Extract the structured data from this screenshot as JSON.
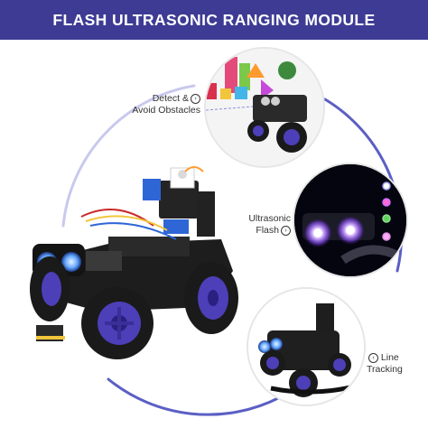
{
  "header": {
    "title": "FLASH ULTRASONIC RANGING MODULE"
  },
  "callouts": {
    "detect": {
      "line1": "Detect &",
      "line2": "Avoid Obstacles",
      "icon": "chevron-right-circle-icon"
    },
    "flash": {
      "line1": "Ultrasonic",
      "line2": "Flash",
      "icon": "chevron-right-circle-icon"
    },
    "line": {
      "line1": "Line",
      "line2": "Tracking",
      "icon": "chevron-left-circle-icon"
    }
  },
  "colors": {
    "banner": "#3d3b94",
    "orbit": "#5b5fc4",
    "wheel": "#4c3fb8",
    "tire": "#1a1a1a",
    "chassis": "#222222"
  }
}
